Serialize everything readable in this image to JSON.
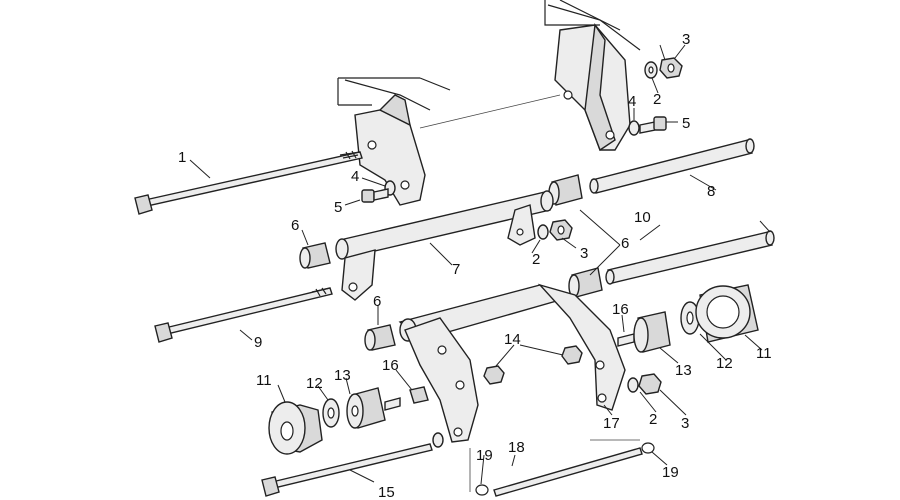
{
  "diagram": {
    "callouts": {
      "c1": "1",
      "c2a": "2",
      "c2b": "2",
      "c2c": "2",
      "c3a": "3",
      "c3b": "3",
      "c3c": "3",
      "c4a": "4",
      "c4b": "4",
      "c5a": "5",
      "c5b": "5",
      "c6a": "6",
      "c6b": "6",
      "c6c": "6",
      "c7": "7",
      "c8": "8",
      "c9": "9",
      "c10": "10",
      "c11a": "11",
      "c11b": "11",
      "c12a": "12",
      "c12b": "12",
      "c13a": "13",
      "c13b": "13",
      "c14": "14",
      "c15": "15",
      "c16a": "16",
      "c16b": "16",
      "c17": "17",
      "c18": "18",
      "c19a": "19",
      "c19b": "19"
    }
  }
}
